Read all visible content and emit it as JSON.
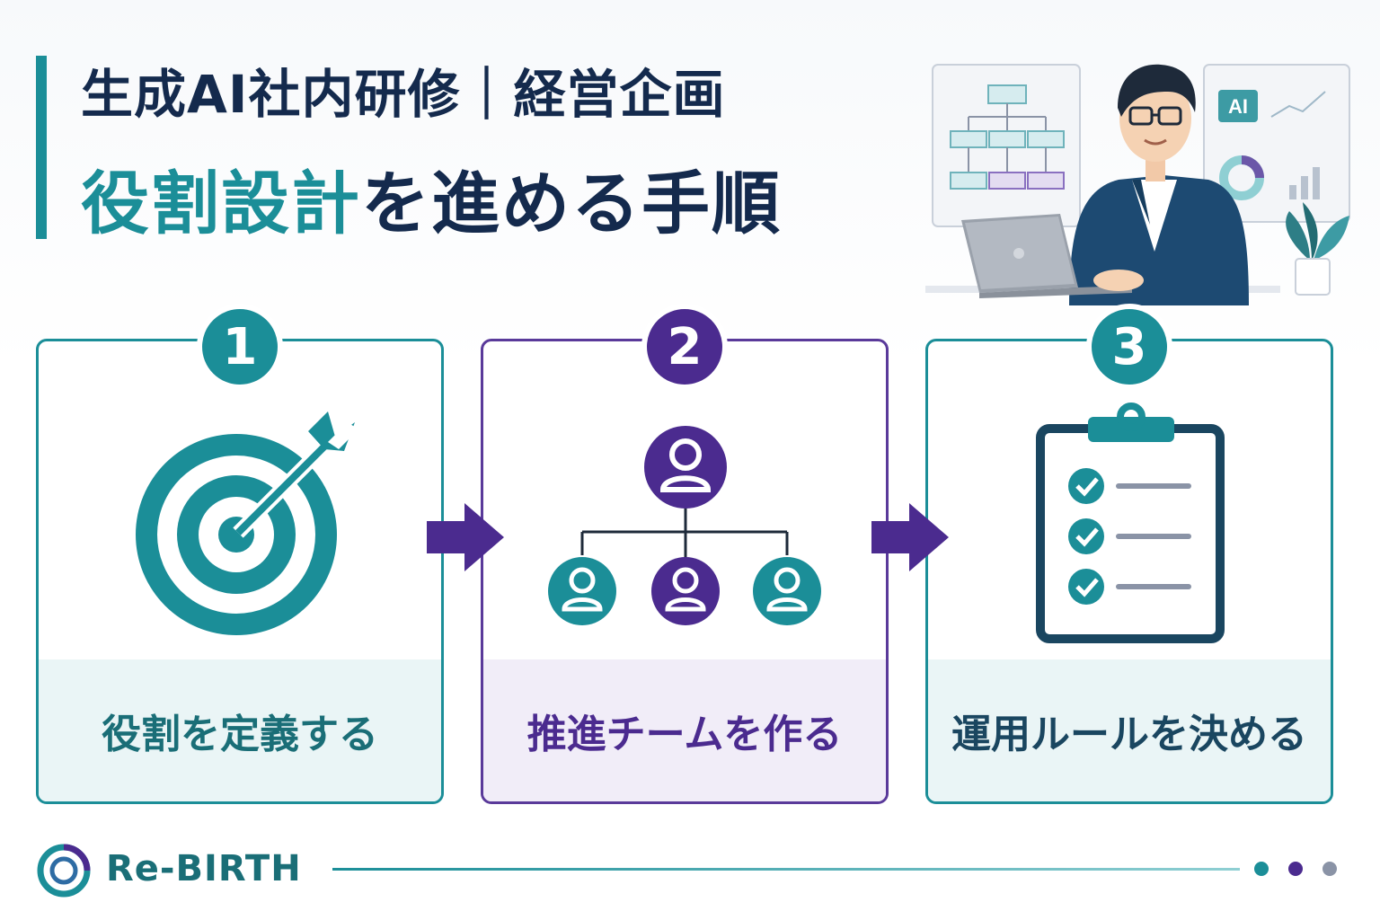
{
  "header": {
    "subtitle": "生成AI社内研修｜経営企画",
    "title_highlight": "役割設計",
    "title_rest": "を進める手順"
  },
  "illustration": {
    "badge_text": "AI"
  },
  "steps": [
    {
      "number": "1",
      "label": "役割を定義する",
      "icon": "target-icon"
    },
    {
      "number": "2",
      "label": "推進チームを作る",
      "icon": "team-org-icon"
    },
    {
      "number": "3",
      "label": "運用ルールを決める",
      "icon": "checklist-clipboard-icon"
    }
  ],
  "footer": {
    "brand": "Re-BIRTH"
  },
  "colors": {
    "teal": "#1b8e98",
    "purple": "#4b2b8f",
    "navy": "#142a4d",
    "slate": "#8a93a6"
  }
}
